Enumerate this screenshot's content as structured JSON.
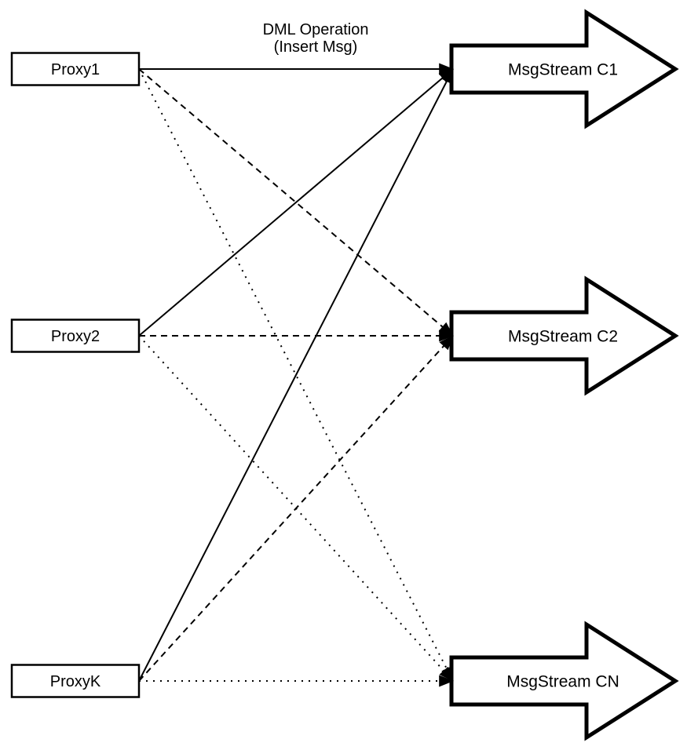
{
  "title": {
    "line1": "DML Operation",
    "line2": "(Insert Msg)"
  },
  "proxies": [
    {
      "id": "proxy1",
      "label": "Proxy1"
    },
    {
      "id": "proxy2",
      "label": "Proxy2"
    },
    {
      "id": "proxyk",
      "label": "ProxyK"
    }
  ],
  "streams": [
    {
      "id": "c1",
      "label": "MsgStream C1"
    },
    {
      "id": "c2",
      "label": "MsgStream C2"
    },
    {
      "id": "cn",
      "label": "MsgStream CN"
    }
  ],
  "connections": [
    {
      "from": "proxy1",
      "to": "c1",
      "style": "solid"
    },
    {
      "from": "proxy1",
      "to": "c2",
      "style": "dashed"
    },
    {
      "from": "proxy1",
      "to": "cn",
      "style": "dotted"
    },
    {
      "from": "proxy2",
      "to": "c1",
      "style": "solid"
    },
    {
      "from": "proxy2",
      "to": "c2",
      "style": "dashed"
    },
    {
      "from": "proxy2",
      "to": "cn",
      "style": "dotted"
    },
    {
      "from": "proxyk",
      "to": "c1",
      "style": "solid"
    },
    {
      "from": "proxyk",
      "to": "c2",
      "style": "dashed"
    },
    {
      "from": "proxyk",
      "to": "cn",
      "style": "dotted"
    }
  ],
  "colors": {
    "line": "#000000",
    "shape_fill": "#ffffff",
    "background": "#ffffff",
    "text": "#000000"
  }
}
